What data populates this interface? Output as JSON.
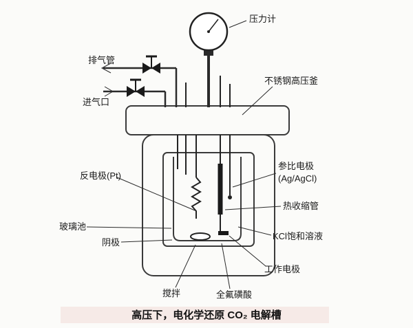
{
  "diagram": {
    "labels": {
      "pressure_gauge": "压力计",
      "exhaust_pipe": "排气管",
      "gas_inlet": "进气口",
      "autoclave": "不锈钢高压釜",
      "reference_electrode_line1": "参比电极",
      "reference_electrode_line2": "(Ag/AgCl)",
      "heat_shrink_tube": "热收缩管",
      "kcl_solution": "KCl饱和溶液",
      "counter_electrode": "反电极(Pt)",
      "glass_cell": "玻璃池",
      "cathode": "阴极",
      "working_electrode": "工作电极",
      "stirring": "搅拌",
      "perfluorosulfonic_acid": "全氟磺酸"
    },
    "caption": "高压下，电化学还原 CO₂ 电解槽",
    "colors": {
      "vessel_gray": "#8f8f8f",
      "cavity_white": "#f7f6f3",
      "outline_dark": "#3a3a3a"
    }
  }
}
